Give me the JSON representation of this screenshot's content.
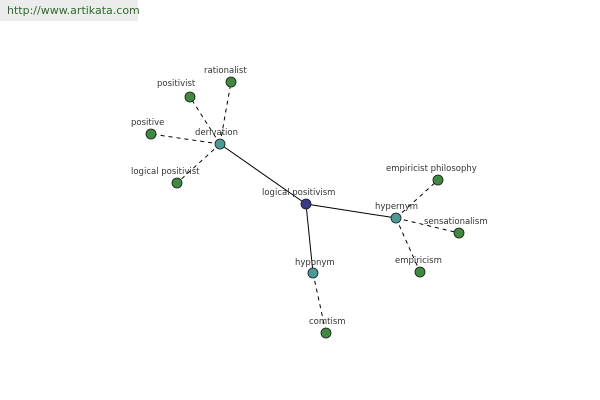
{
  "source": {
    "url_text": "http://www.artikata.com"
  },
  "colors": {
    "center_node": "#3a3a8c",
    "relation_node": "#4a9a98",
    "word_node": "#3f8a3f",
    "edge": "#000000",
    "source_text": "#2e6b2e",
    "source_bg": "#ececec"
  },
  "graph": {
    "center": {
      "id": "center",
      "label": "logical positivism",
      "kind": "center"
    },
    "relations": [
      {
        "id": "derivation",
        "label": "derivation",
        "words": [
          {
            "id": "positivist",
            "label": "positivist"
          },
          {
            "id": "rationalist",
            "label": "rationalist"
          },
          {
            "id": "positive",
            "label": "positive"
          },
          {
            "id": "logical-positivist",
            "label": "logical positivist"
          }
        ]
      },
      {
        "id": "hypernym",
        "label": "hypernym",
        "words": [
          {
            "id": "empiricist-philosophy",
            "label": "empiricist philosophy"
          },
          {
            "id": "sensationalism",
            "label": "sensationalism"
          },
          {
            "id": "empiricism",
            "label": "empiricism"
          }
        ]
      },
      {
        "id": "hyponym",
        "label": "hyponym",
        "words": [
          {
            "id": "comtism",
            "label": "comtism"
          }
        ]
      }
    ]
  }
}
